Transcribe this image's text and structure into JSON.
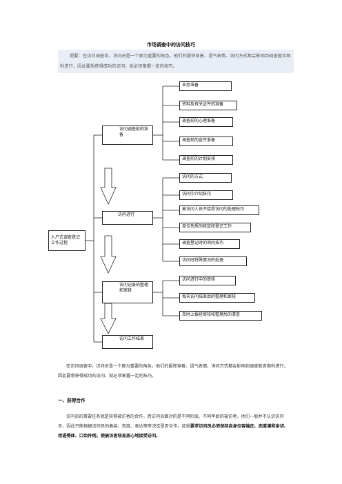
{
  "doc": {
    "title": "市场调查中的访问技巧",
    "summary": "提要：在访问调查中，访问员是一个颇为重要的角色，他们的服饰穿着、语气表情、询问方式都会影响到调查能否顺利进行，因此要想获得成功的访问，就必须掌握一定的技巧。"
  },
  "diagram": {
    "root": "入户式调查登记工作过程",
    "stages": [
      {
        "label": "访问调查前的准备",
        "items": [
          "业务准备",
          "资料及有关证件的准备",
          "调查前的心理准备",
          "调查前的宣传准备",
          "调查前的计划安排"
        ]
      },
      {
        "label": "访问进行",
        "items": [
          "访问的方式",
          "访问中介绍技巧",
          "被访问人员不接受访问的处理技巧",
          "单位性质的核定和登记工作",
          "调查登记时的询问技巧",
          "访问时特殊情况的处理"
        ]
      },
      {
        "label": "访问记录的整理和审核",
        "items": [
          "访问进行中的审核",
          "每天访问结束后的整理和审核",
          "及时上报经审核和整理后的清查"
        ]
      },
      {
        "label": "访问工作结束",
        "items": []
      }
    ]
  },
  "body": {
    "intro": "在访问调查中，访问员是一个颇为重要的角色，他们的服饰穿着、语气表情、询问方式都会影响到调查能否顺利进行，因此要想获得成功的访问，就必须掌握一定的技巧。",
    "heading1": "一、获得合作",
    "para1_normal": "访问员的首要任务就是获得被访者的合作，而访问员面对的是不同阶层、不同年龄的被访者，他们一般并不认识访问员，因此只能根据访问员的着装、态度、表达等来决定是否合作。这就",
    "para1_bold": "要求访问员必须保持自身仪容端庄、态度谦和亲切、用语得体、口齿伶俐，使被访者较易放心地接受访问。"
  }
}
